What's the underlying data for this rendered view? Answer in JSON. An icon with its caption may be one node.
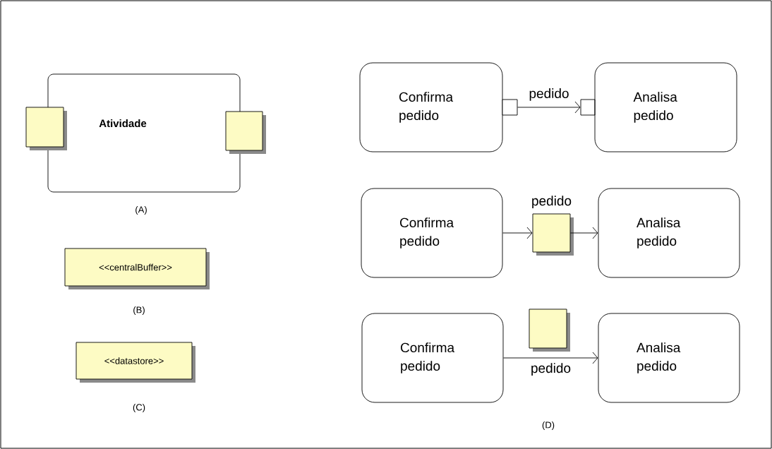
{
  "diagram": {
    "nodes": [
      {
        "text": [
          "Atividade"
        ]
      },
      {
        "text": [],
        "shape": "box"
      },
      {
        "text": [],
        "shape": "box"
      },
      {
        "text": [
          "<<centralBuffer>>"
        ]
      },
      {
        "text": [
          "<<datastore>>"
        ]
      },
      {
        "text": [
          "Confirma pedido"
        ]
      },
      {
        "text": [],
        "shape": "box"
      },
      {
        "text": [],
        "shape": "box"
      },
      {
        "text": [
          "Analisa pedido"
        ]
      },
      {
        "text": [
          "Confirma pedido"
        ]
      },
      {
        "text": [],
        "shape": "box",
        "beside": [
          "pedido"
        ]
      },
      {
        "text": [
          "Analisa pedido"
        ]
      },
      {
        "text": [
          "Confirma pedido"
        ]
      },
      {
        "text": [],
        "shape": "box"
      },
      {
        "text": [
          "Analisa pedido"
        ]
      }
    ],
    "edges": [
      {
        "from": 6,
        "to": 7,
        "arrow": "to",
        "label": "pedido"
      },
      {
        "from": 9,
        "to": 10,
        "arrow": "to"
      },
      {
        "from": 10,
        "to": 11,
        "arrow": "to"
      },
      {
        "from": 12,
        "to": 14,
        "arrow": "to",
        "label": "pedido"
      }
    ],
    "labels": [
      "(A)",
      "(B)",
      "(C)",
      "(D)"
    ]
  }
}
